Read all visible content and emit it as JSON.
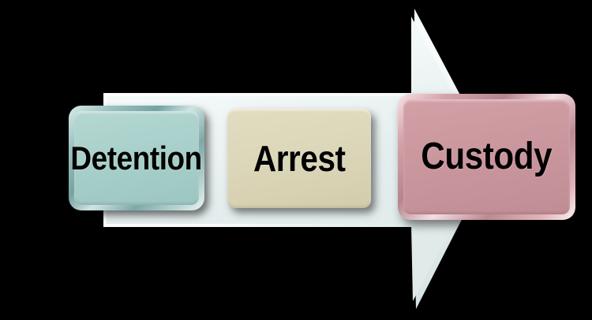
{
  "diagram": {
    "type": "process-arrow",
    "title": "",
    "background_color": "#000000",
    "arrow": {
      "name": "right-pointing-process-arrow",
      "fill_color": "#eef3f3",
      "edge_color": "#ffffff",
      "direction": "right"
    },
    "steps": [
      {
        "id": "detention",
        "label": "Detention",
        "order": 1,
        "fill_color": "#a9d0cb",
        "border_color": "#74a3a2",
        "text_color": "#000000"
      },
      {
        "id": "arrest",
        "label": "Arrest",
        "order": 2,
        "fill_color": "#ddd7ba",
        "border_color": "#a39d83",
        "text_color": "#000000"
      },
      {
        "id": "custody",
        "label": "Custody",
        "order": 3,
        "fill_color": "#cb979e",
        "border_color": "#b8838c",
        "text_color": "#000000"
      }
    ]
  }
}
